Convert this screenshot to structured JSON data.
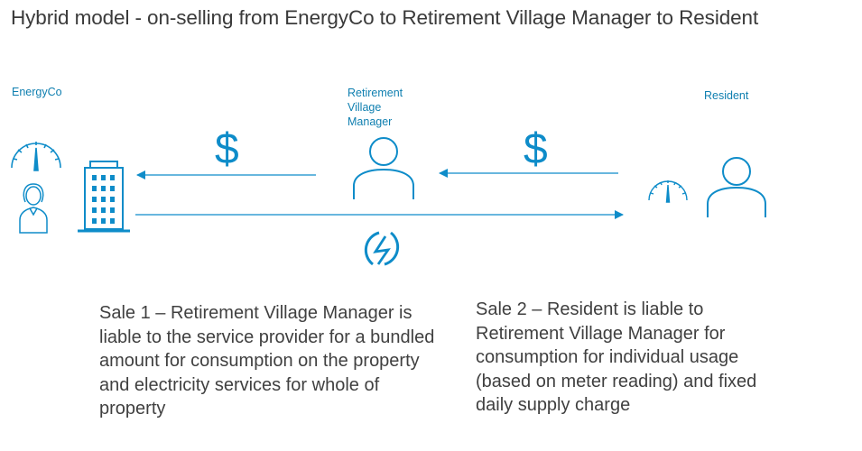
{
  "title": "Hybrid model - on-selling from EnergyCo to Retirement Village Manager to Resident",
  "labels": {
    "energyco": "EnergyCo",
    "rvm": "Retirement Village Manager",
    "resident": "Resident"
  },
  "payments": {
    "left_symbol": "$",
    "right_symbol": "$"
  },
  "sales": {
    "sale1": "Sale 1 – Retirement Village Manager is liable to the service provider for a bundled amount for consumption on the property and electricity services for whole of property",
    "sale2": "Sale 2 – Resident is liable to Retirement Village Manager for consumption for individual usage (based on meter reading) and fixed daily supply charge"
  },
  "icons": [
    "gauge-icon",
    "woman-icon",
    "building-icon",
    "person-icon",
    "electricity-icon",
    "arrow-left-icon",
    "arrow-right-icon"
  ],
  "colors": {
    "accent": "#0e8cc9",
    "text": "#404040"
  }
}
